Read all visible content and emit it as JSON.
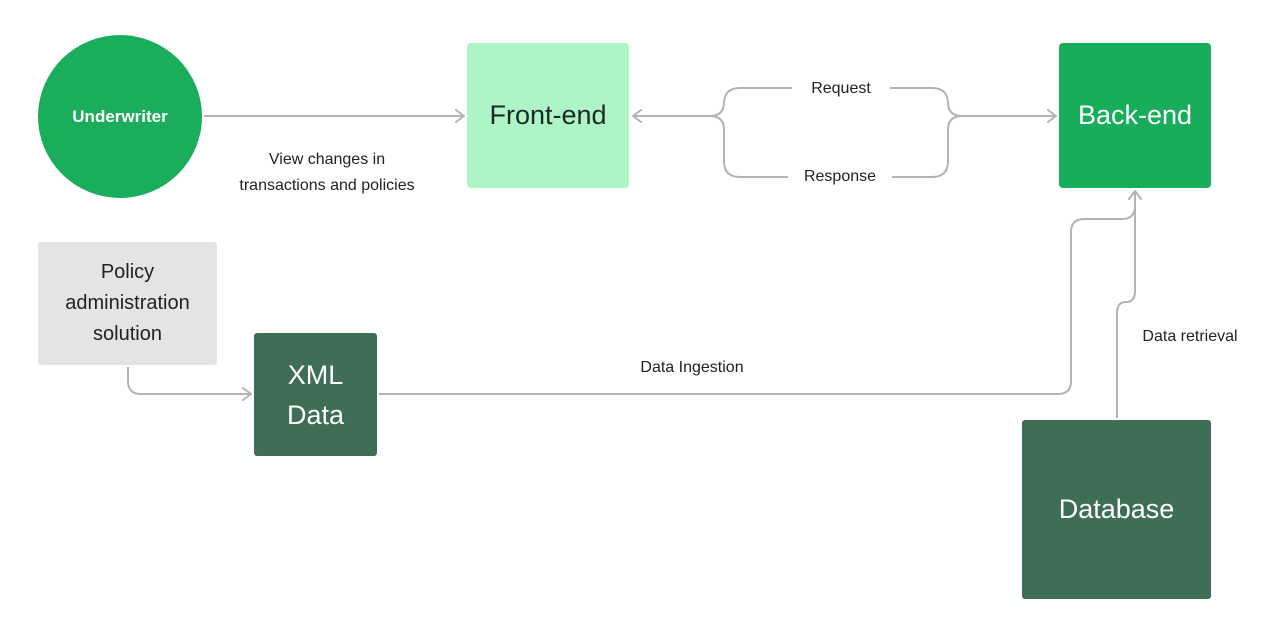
{
  "colors": {
    "underwriter_fill": "#1aae5c",
    "frontend_fill": "#adf4c6",
    "backend_fill": "#18ad5b",
    "policy_fill": "#e4e4e4",
    "dark_fill": "#3e6e55",
    "connector": "#b3b3b3"
  },
  "nodes": {
    "underwriter": {
      "label": "Underwriter",
      "shape": "circle"
    },
    "frontend": {
      "label": "Front-end"
    },
    "backend": {
      "label": "Back-end"
    },
    "policy": {
      "label": "Policy\nadministration\nsolution"
    },
    "xmldata": {
      "label": "XML\nData"
    },
    "database": {
      "label": "Database"
    }
  },
  "edges": {
    "underwriter_to_frontend": {
      "label": "View changes in\ntransactions and policies"
    },
    "request": {
      "label": "Request"
    },
    "response": {
      "label": "Response"
    },
    "ingestion": {
      "label": "Data Ingestion"
    },
    "retrieval": {
      "label": "Data retrieval"
    }
  }
}
